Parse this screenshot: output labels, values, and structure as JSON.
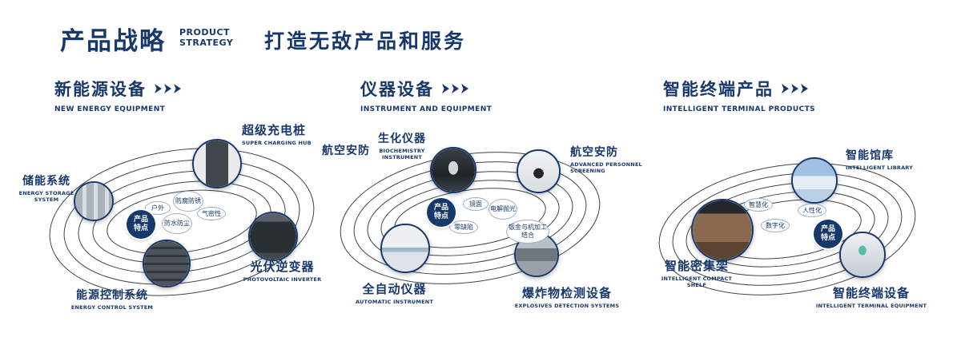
{
  "colors": {
    "navy": "#17386b"
  },
  "header": {
    "title": "产品战略",
    "subtitle_line1": "PRODUCT",
    "subtitle_line2": "STRATEGY",
    "tagline": "打造无敌产品和服务"
  },
  "sections": {
    "energy": {
      "title": "新能源设备",
      "subtitle": "NEW ENERGY EQUIPMENT",
      "badge": "产品特点",
      "nodes": {
        "storage": {
          "label": "储能系统",
          "sublabel": "ENERGY STORAGE SYSTEM"
        },
        "charging": {
          "label": "超级充电桩",
          "sublabel": "SUPER CHARGING HUB"
        },
        "inverter": {
          "label": "光伏逆变器",
          "sublabel": "PHOTOVOLTAIC INVERTER"
        },
        "control": {
          "label": "能源控制系统",
          "sublabel": "ENERGY CONTROL SYSTEM"
        }
      },
      "tags": {
        "t1": "户外",
        "t2": "防腐防锈",
        "t3": "气密性",
        "t4": "防水防尘"
      }
    },
    "instrument": {
      "title": "仪器设备",
      "subtitle": "INSTRUMENT AND EQUIPMENT",
      "badge": "产品特点",
      "nodes": {
        "aviation_left": {
          "label": "航空安防",
          "sublabel": ""
        },
        "biochem": {
          "label": "生化仪器",
          "sublabel": "BIOCHEMISTRY INSTRUMENT"
        },
        "screening": {
          "label": "航空安防",
          "sublabel": "ADVANCED PERSONNEL SCREENING"
        },
        "automatic": {
          "label": "全自动仪器",
          "sublabel": "AUTOMATIC INSTRUMENT"
        },
        "explosives": {
          "label": "爆炸物检测设备",
          "sublabel": "EXPLOSIVES DETECTION SYSTEMS"
        }
      },
      "tags": {
        "t1": "镜面",
        "t2": "电解抛光",
        "t3": "零缺陷",
        "t4": "钣金与机加工结合"
      }
    },
    "terminal": {
      "title": "智能终端产品",
      "subtitle": "INTELLIGENT TERMINAL PRODUCTS",
      "badge": "产品特点",
      "nodes": {
        "library": {
          "label": "智能馆库",
          "sublabel": "INTELLIGENT LIBRARY"
        },
        "shelf": {
          "label": "智能密集架",
          "sublabel": "INTELLIGENT COMPACT SHELF"
        },
        "device": {
          "label": "智能终端设备",
          "sublabel": "INTELLIGENT TERMINAL EQUIPMENT"
        }
      },
      "tags": {
        "t1": "智慧化",
        "t2": "人性化",
        "t3": "数字化"
      }
    }
  }
}
